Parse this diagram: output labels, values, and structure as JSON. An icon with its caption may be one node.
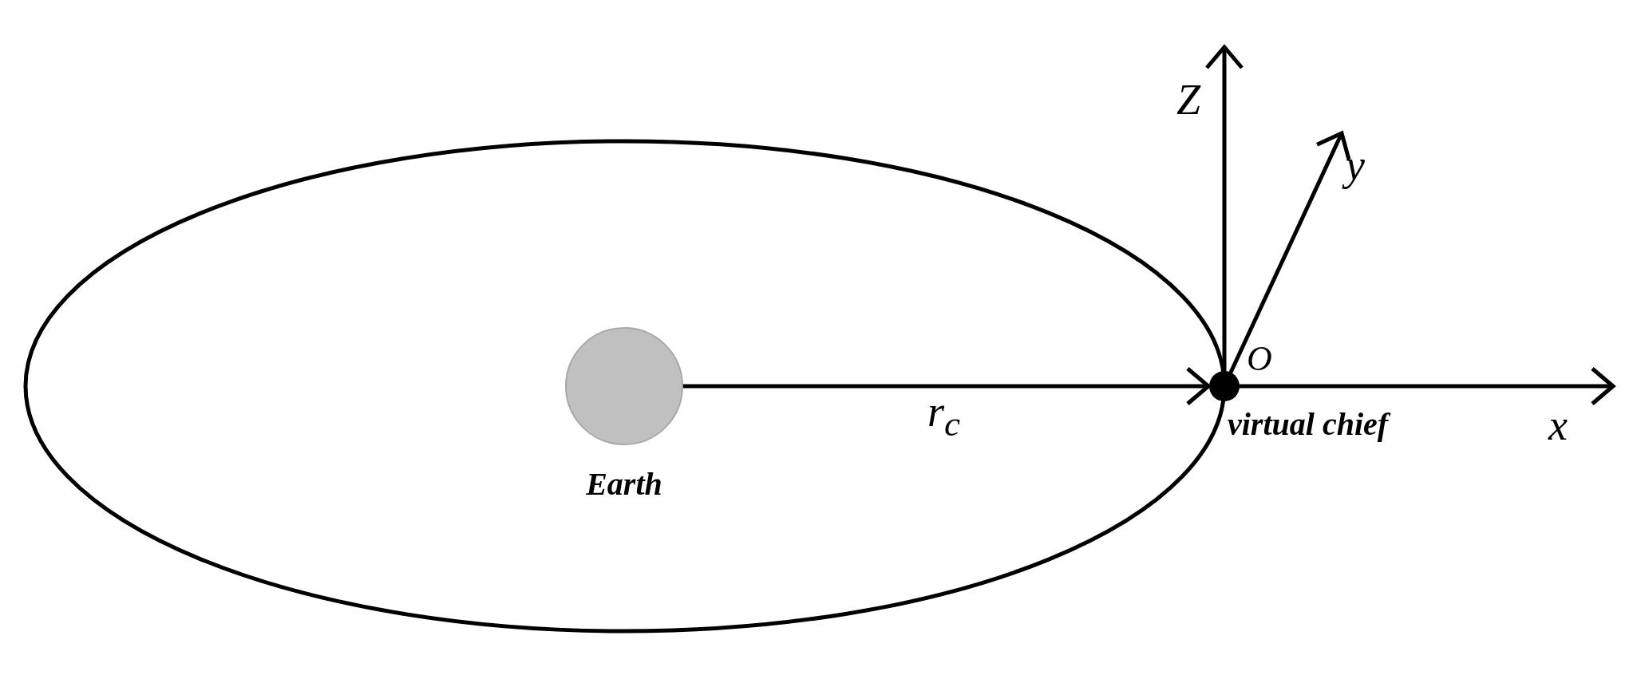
{
  "diagram": {
    "nodes": [
      {
        "text": [
          "Earth"
        ]
      },
      {
        "text": [
          "virtual chief"
        ]
      }
    ],
    "edges": [
      {
        "from": 0,
        "to": 1,
        "arrow": "to",
        "label": "r$_{c}$"
      }
    ],
    "labels": [
      "Z",
      "y",
      "O",
      "x"
    ]
  }
}
